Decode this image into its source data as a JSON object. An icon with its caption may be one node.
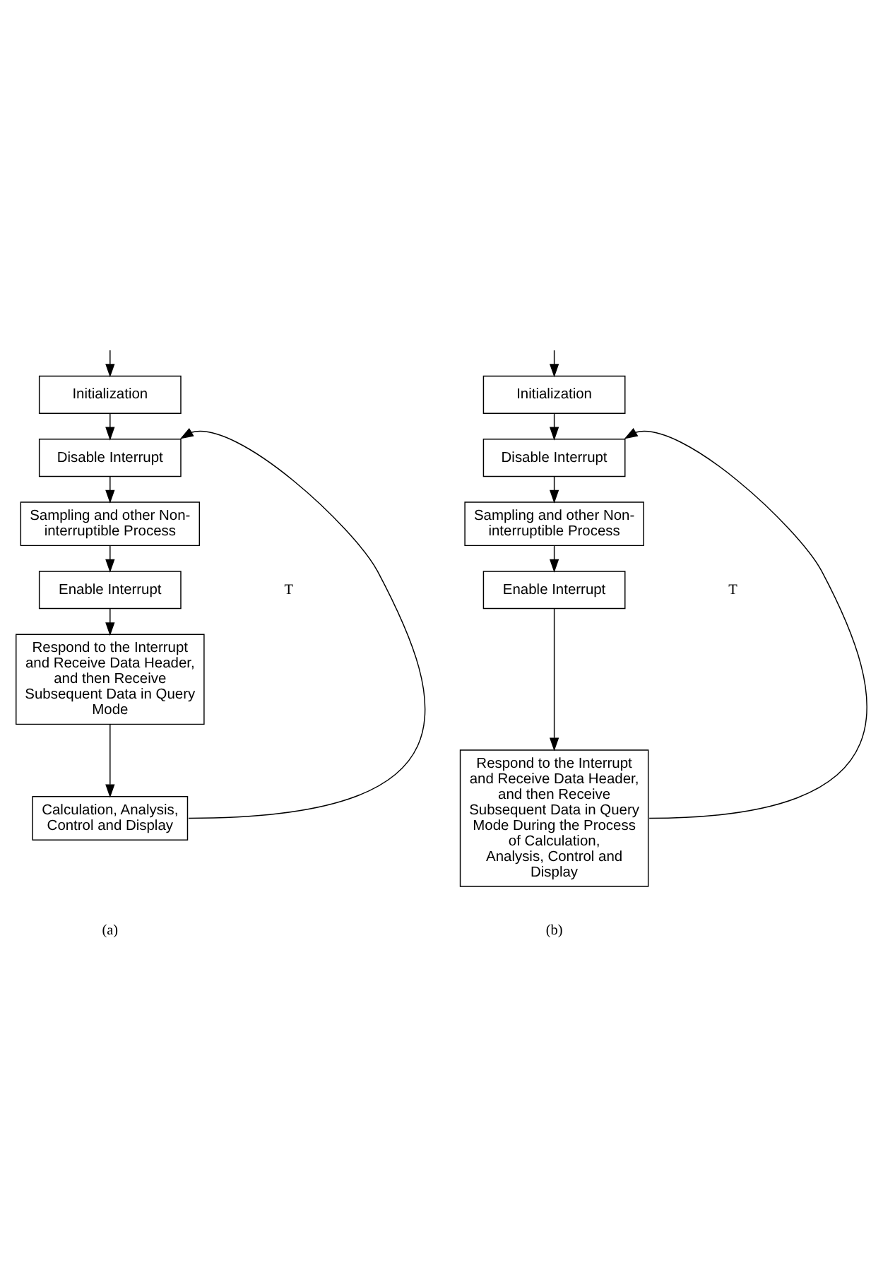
{
  "diagram": {
    "nodes": [
      {
        "text": [
          "Initialization"
        ]
      },
      {
        "text": [
          "Disable Interrupt"
        ]
      },
      {
        "text": [
          "Sampling and other Non-interruptible Process"
        ]
      },
      {
        "text": [
          "Enable Interrupt"
        ]
      },
      {
        "text": [
          "Respond to the Interrupt and Receive Data Header, and then Receive Subsequent Data in Query Mode"
        ]
      },
      {
        "text": [
          "Calculation, Analysis, Control and Display"
        ]
      },
      {
        "text": [
          "Initialization"
        ]
      },
      {
        "text": [
          "Disable Interrupt"
        ]
      },
      {
        "text": [
          "Sampling and other Non-interruptible Process"
        ]
      },
      {
        "text": [
          "Enable Interrupt"
        ]
      },
      {
        "text": [
          "Respond to the Interrupt and Receive Data Header, and then Receive Subsequent Data in Query Mode During the Process of Calculation, Analysis, Control and Display"
        ]
      }
    ],
    "edges": [
      {
        "from": null,
        "to": 0,
        "arrow": "to"
      },
      {
        "from": 0,
        "to": 1,
        "arrow": "to"
      },
      {
        "from": 1,
        "to": 2,
        "arrow": "to"
      },
      {
        "from": 2,
        "to": 3,
        "arrow": "to"
      },
      {
        "from": 3,
        "to": 4,
        "arrow": "to"
      },
      {
        "from": 4,
        "to": 5,
        "arrow": "to"
      },
      {
        "from": 5,
        "to": 1,
        "arrow": "to"
      },
      {
        "from": null,
        "to": 6,
        "arrow": "to"
      },
      {
        "from": 6,
        "to": 7,
        "arrow": "to"
      },
      {
        "from": 7,
        "to": 8,
        "arrow": "to"
      },
      {
        "from": 8,
        "to": 9,
        "arrow": "to"
      },
      {
        "from": 9,
        "to": 10,
        "arrow": "to"
      },
      {
        "from": 10,
        "to": 7,
        "arrow": "to"
      }
    ],
    "labels": [
      "T",
      "T",
      "(a)",
      "(b)"
    ]
  }
}
